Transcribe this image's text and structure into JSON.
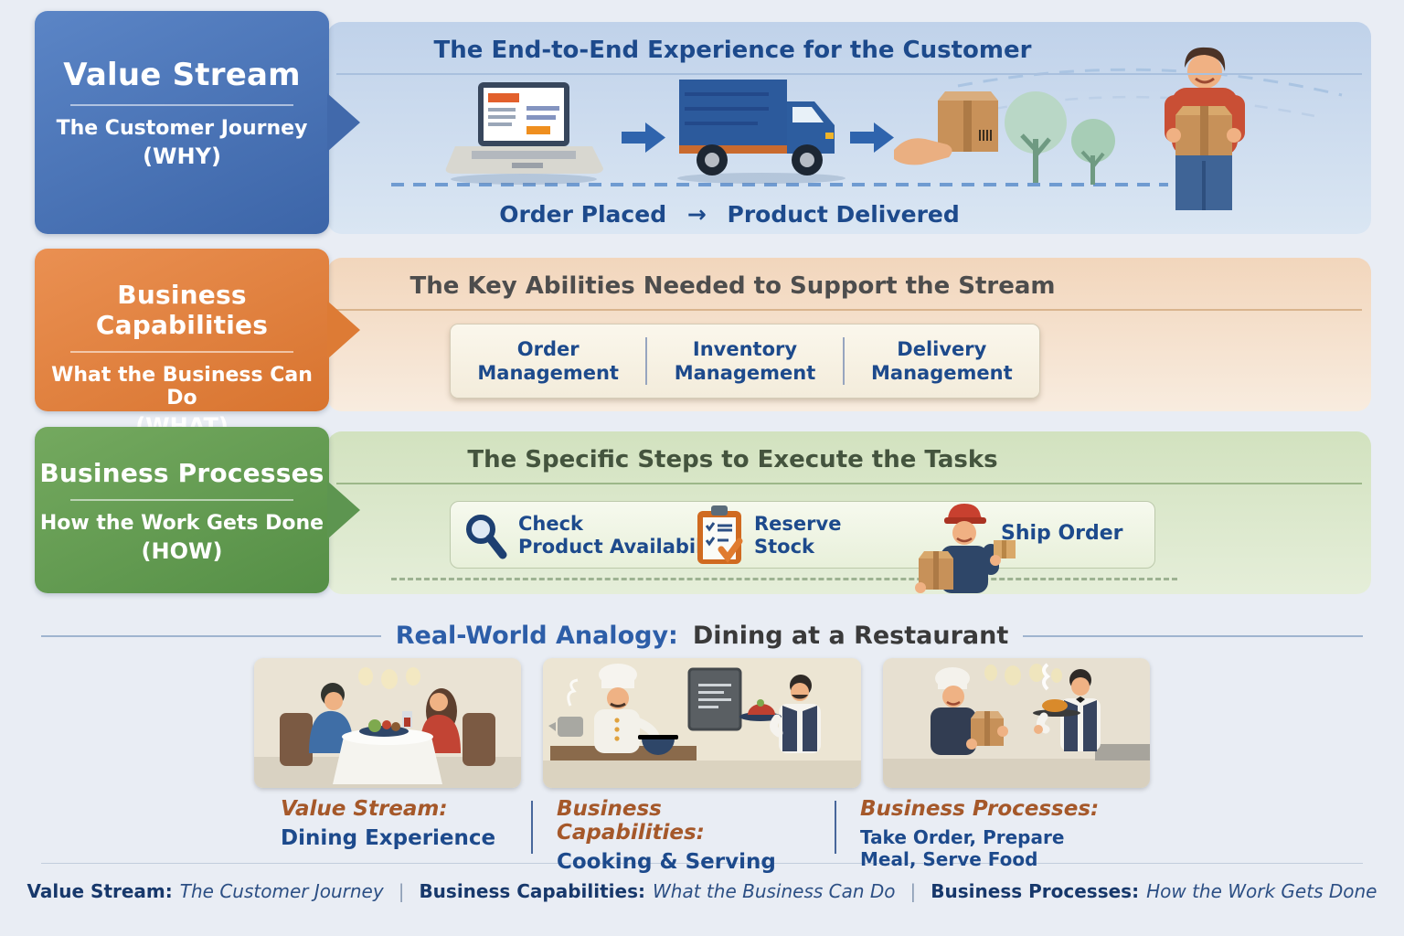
{
  "colors": {
    "value_stream_blue": "#4a74b8",
    "capabilities_orange": "#e07e3c",
    "processes_green": "#639c52",
    "navy_text": "#1d4a8c",
    "analogy_label_brown": "#a5582a"
  },
  "value_stream": {
    "box": {
      "title": "Value Stream",
      "subtitle": "The Customer Journey",
      "tag": "(WHY)"
    },
    "heading": "The End-to-End Experience for the Customer",
    "flow_start": "Order Placed",
    "flow_arrow": "→",
    "flow_end": "Product Delivered",
    "icons": [
      "laptop-order-icon",
      "arrow-right-icon",
      "delivery-truck-icon",
      "arrow-right-icon",
      "package-handoff-icon",
      "trees-icon",
      "customer-receiving-icon"
    ]
  },
  "capabilities": {
    "box": {
      "title": "Business Capabilities",
      "subtitle": "What the Business Can Do",
      "tag": "(WHAT)"
    },
    "heading": "The Key Abilities Needed to Support the Stream",
    "items": [
      {
        "line1": "Order",
        "line2": "Management"
      },
      {
        "line1": "Inventory",
        "line2": "Management"
      },
      {
        "line1": "Delivery",
        "line2": "Management"
      }
    ]
  },
  "processes": {
    "box": {
      "title": "Business Processes",
      "subtitle": "How the Work Gets Done",
      "tag": "(HOW)"
    },
    "heading": "The Specific Steps to Execute the Tasks",
    "steps": [
      {
        "icon": "magnifier-icon",
        "line1": "Check",
        "line2": "Product Availability"
      },
      {
        "icon": "clipboard-icon",
        "line1": "Reserve",
        "line2": "Stock"
      },
      {
        "icon": "delivery-person-icon",
        "line1": "Ship Order",
        "line2": ""
      }
    ]
  },
  "analogy": {
    "title_lead": "Real-World Analogy:",
    "title_rest": "Dining at a Restaurant",
    "cards": [
      {
        "image": "couple-dining-illustration",
        "label": "Value Stream:",
        "value": "Dining Experience"
      },
      {
        "image": "chef-cooking-illustration",
        "label": "Business Capabilities:",
        "value": "Cooking & Serving"
      },
      {
        "image": "kitchen-handoff-illustration",
        "label": "Business Processes:",
        "value": "Take Order, Prepare Meal, Serve Food"
      }
    ]
  },
  "footer": {
    "separator": "|",
    "items": [
      {
        "label": "Value Stream:",
        "value": "The Customer Journey"
      },
      {
        "label": "Business Capabilities:",
        "value": "What the Business Can Do"
      },
      {
        "label": "Business Processes:",
        "value": "How the Work Gets Done"
      }
    ]
  }
}
